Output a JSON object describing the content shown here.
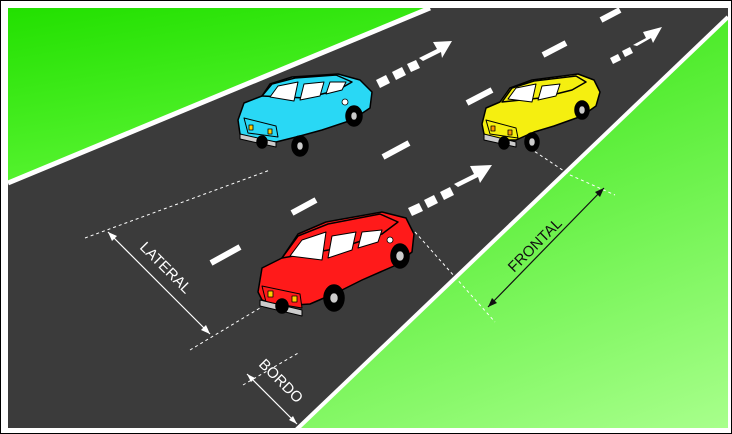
{
  "labels": {
    "lateral": "LATERAL",
    "frontal": "FRONTAL",
    "bordo": "BORDO"
  },
  "colors": {
    "grass_top": "#22e000",
    "grass_bottom": "#9cff80",
    "road": "#3b3b3b",
    "road_edge": "#ffffff",
    "lane_marking": "#ffffff",
    "car_blue": "#29d8f5",
    "car_yellow": "#f5ef10",
    "car_red": "#ff1a1a",
    "dimension_line_white": "#ffffff",
    "dimension_line_dark": "#111111"
  },
  "icons": {
    "arrow": "direction-arrow-icon",
    "car": "car-icon"
  }
}
